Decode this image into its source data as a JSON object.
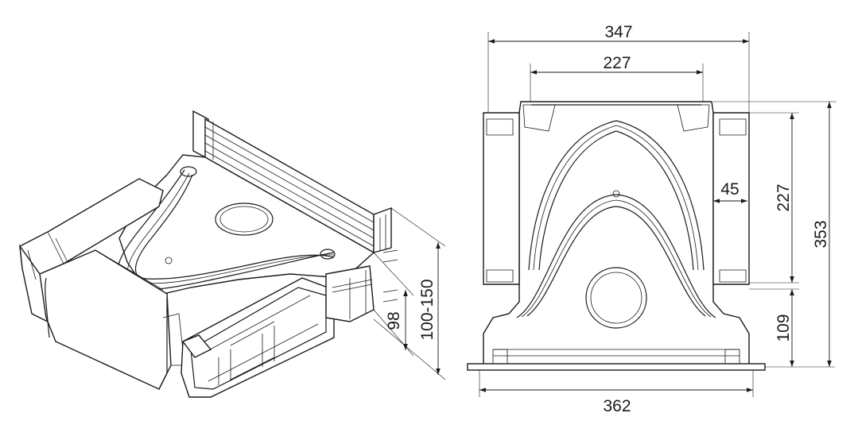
{
  "dimensions": {
    "top_width_outer": "347",
    "top_width_inner": "227",
    "side_offset": "45",
    "right_height_inner": "227",
    "right_height_total": "353",
    "right_height_lower": "109",
    "bottom_width": "362",
    "iso_height_inner": "98",
    "iso_height_range": "100-150"
  },
  "colors": {
    "line": "#1a1a1a",
    "background": "#ffffff"
  }
}
